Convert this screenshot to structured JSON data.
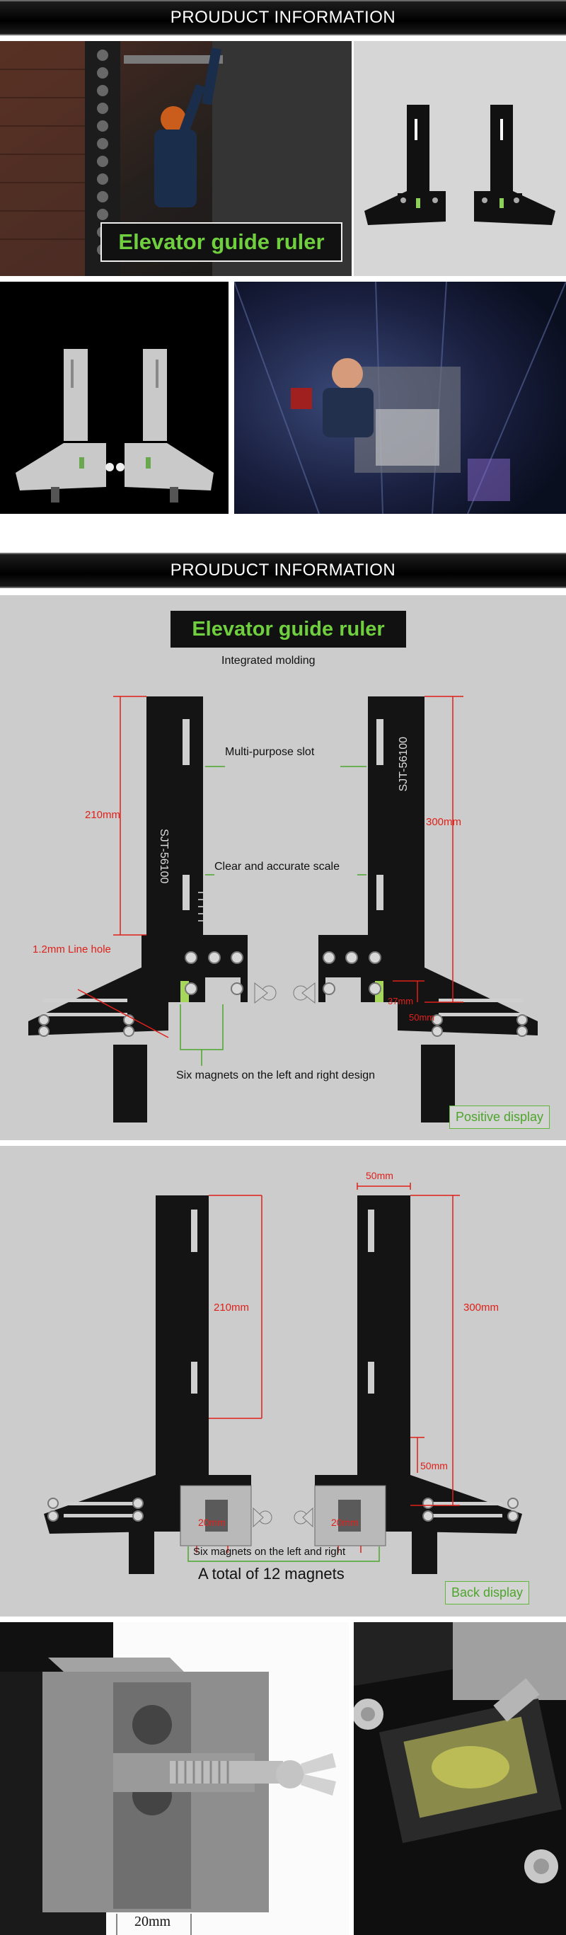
{
  "banners": {
    "top": "PROUDUCT INFORMATION",
    "middle": "PROUDUCT INFORMATION"
  },
  "gallery": {
    "caption": "Elevator guide ruler"
  },
  "front_panel": {
    "title": "Elevator guide ruler",
    "subtitle": "Integrated molding",
    "label_slot": "Multi-purpose slot",
    "label_scale": "Clear and accurate scale",
    "label_hole": "1.2mm Line hole",
    "label_magnets": "Six magnets on the left and right design",
    "dim_left": "210mm",
    "dim_right": "300mm",
    "dim_37": "37mm",
    "dim_50": "50mm",
    "ruler_left_text": "SJT-56100",
    "ruler_right_text": "SJT-56100",
    "badge": "Positive display"
  },
  "back_panel": {
    "dim_left": "210mm",
    "dim_right": "300mm",
    "dim_top": "50mm",
    "dim_side": "50mm",
    "dim_base_left": "20mm",
    "dim_base_right": "20mm",
    "label_magnets": "Six magnets on the left and right",
    "label_total": "A total of 12 magnets",
    "badge": "Back display"
  },
  "detail": {
    "dim_bottom": "20mm"
  },
  "colors": {
    "banner_bg": "#000000",
    "accent_green": "#6fcf3e",
    "dimension_red": "#e0201a",
    "panel_gray": "#cbcccb"
  }
}
